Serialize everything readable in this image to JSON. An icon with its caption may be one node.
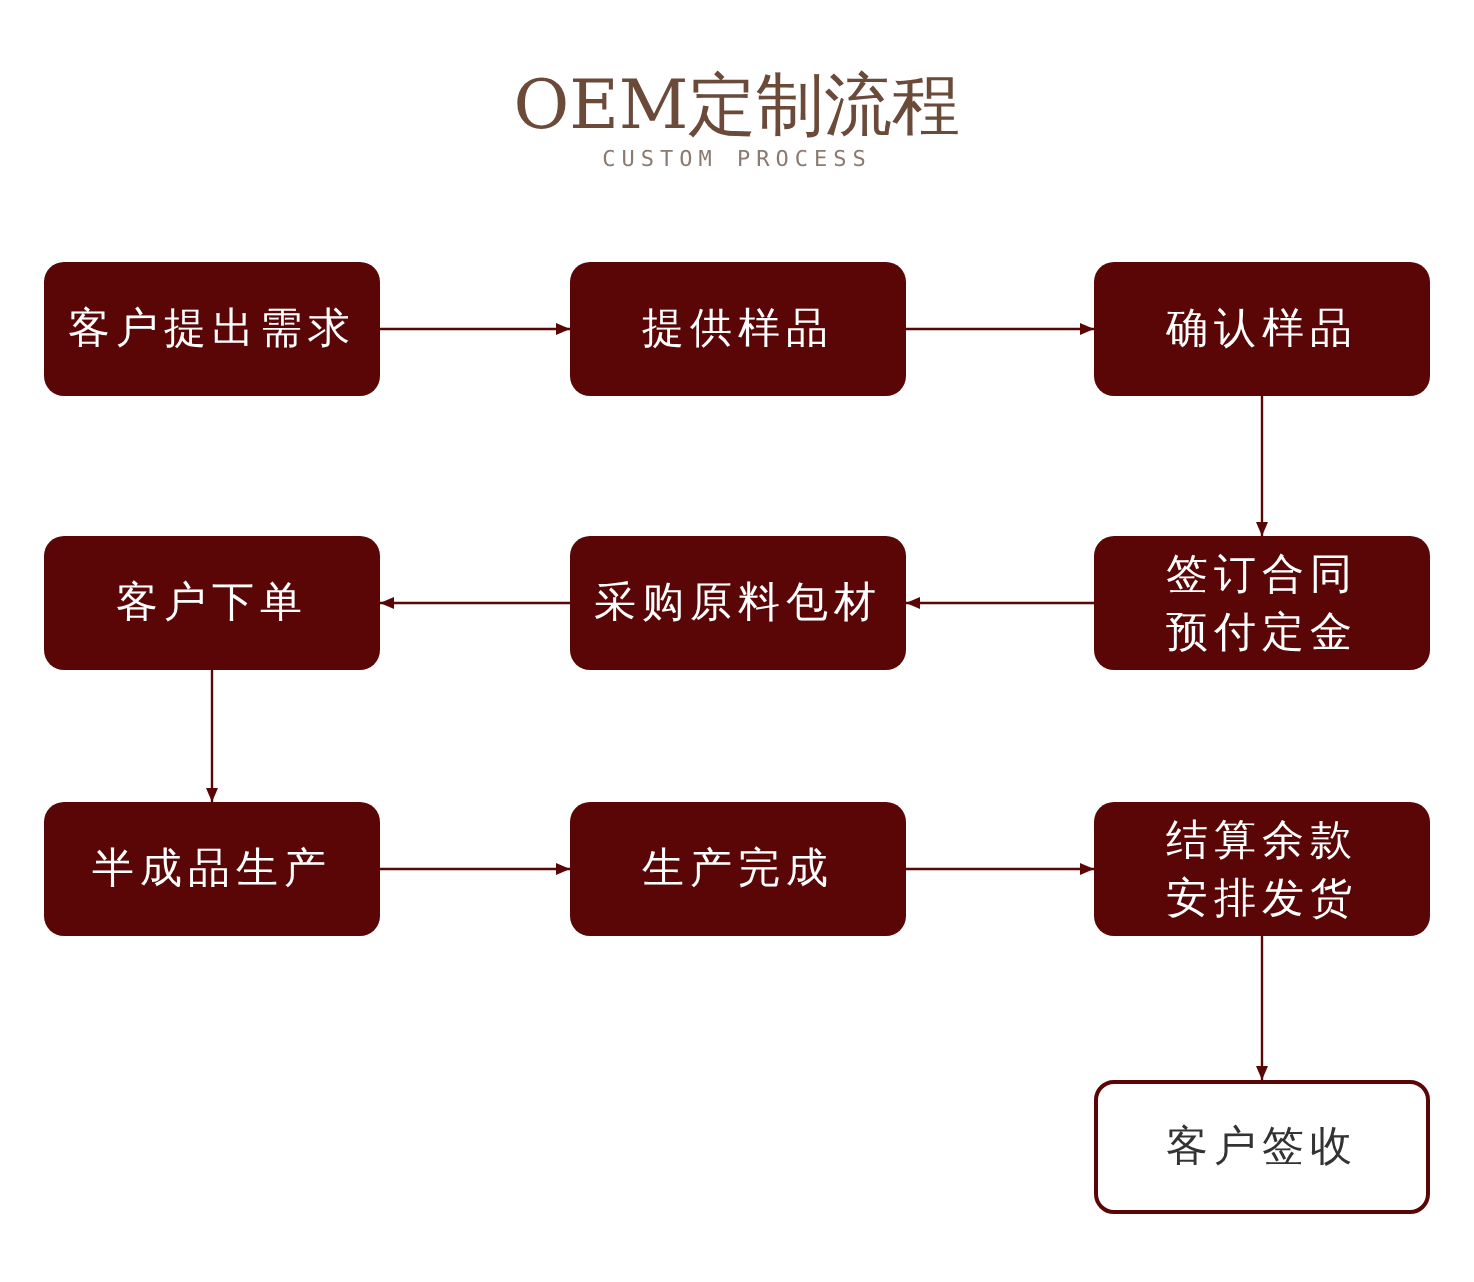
{
  "diagram": {
    "title": "OEM定制流程",
    "nodes": [
      {
        "text": [
          "客户提出需求"
        ]
      },
      {
        "text": [
          "提供样品"
        ]
      },
      {
        "text": [
          "确认样品"
        ]
      },
      {
        "text": [
          "客户下单"
        ]
      },
      {
        "text": [
          "采购原料包材"
        ]
      },
      {
        "text": [
          "签订合同预付定金"
        ]
      },
      {
        "text": [
          "半成品生产"
        ]
      },
      {
        "text": [
          "生产完成"
        ]
      },
      {
        "text": [
          "结算余款安排发货"
        ]
      },
      {
        "text": [
          "客户签收"
        ]
      }
    ],
    "edges": [
      {
        "from": 0,
        "to": 1,
        "arrow": "to"
      },
      {
        "from": 1,
        "to": 2,
        "arrow": "to"
      },
      {
        "from": 2,
        "to": 5,
        "arrow": "to"
      },
      {
        "from": 5,
        "to": 4,
        "arrow": "to"
      },
      {
        "from": 4,
        "to": 3,
        "arrow": "to"
      },
      {
        "from": 3,
        "to": 6,
        "arrow": "to"
      },
      {
        "from": 6,
        "to": 7,
        "arrow": "to"
      },
      {
        "from": 7,
        "to": 8,
        "arrow": "to"
      },
      {
        "from": 8,
        "to": 9,
        "arrow": "to"
      }
    ],
    "labels": [
      "CUSTOM PROCESS"
    ]
  }
}
